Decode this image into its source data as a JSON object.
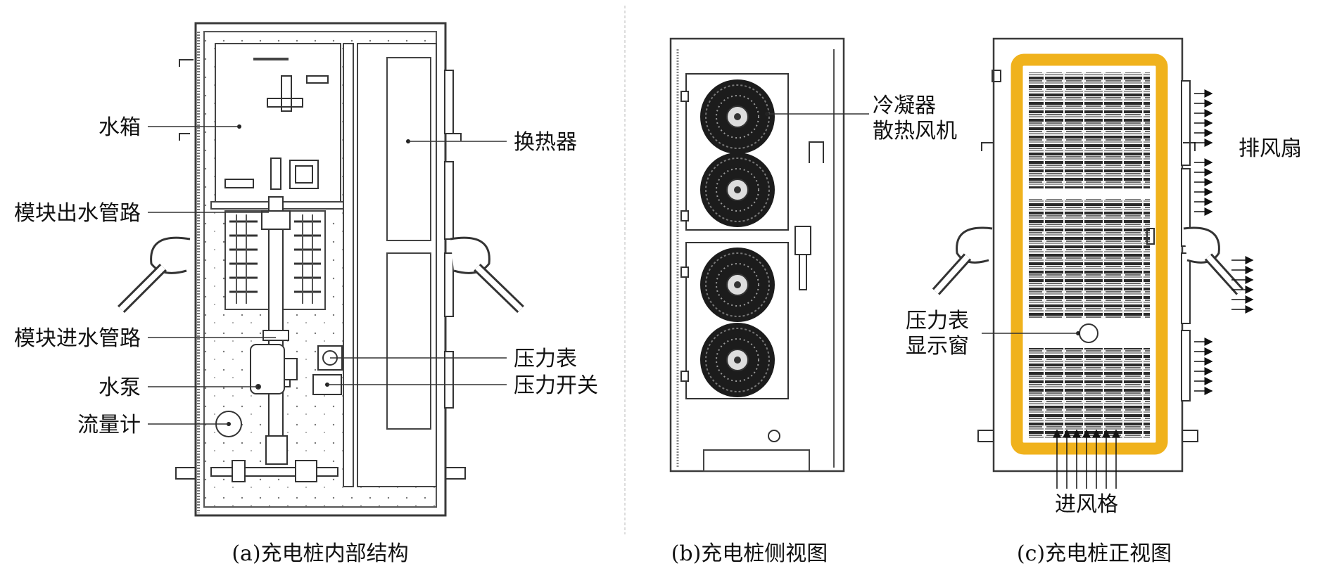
{
  "panels": {
    "a": {
      "caption": "(a)充电桩内部结构",
      "labels": {
        "water_tank": "水箱",
        "module_outlet_pipe": "模块出水管路",
        "module_inlet_pipe": "模块进水管路",
        "water_pump": "水泵",
        "flow_meter": "流量计",
        "heat_exchanger": "换热器",
        "pressure_gauge": "压力表",
        "pressure_switch": "压力开关"
      }
    },
    "b": {
      "caption": "(b)充电桩侧视图",
      "labels": {
        "condenser_fan_line1": "冷凝器",
        "condenser_fan_line2": "散热风机"
      }
    },
    "c": {
      "caption": "(c)充电桩正视图",
      "labels": {
        "exhaust_fan": "排风扇",
        "gauge_window_line1": "压力表",
        "gauge_window_line2": "显示窗",
        "air_inlet_grille": "进风格"
      }
    }
  },
  "colors": {
    "line": "#3a3a3a",
    "frame_accent": "#f0b21c",
    "fan_dark": "#1c1c1c",
    "grille_dark": "#2a2a2a"
  },
  "icons": {
    "fan": "condenser-fan-icon",
    "arrow": "airflow-arrow-icon"
  }
}
